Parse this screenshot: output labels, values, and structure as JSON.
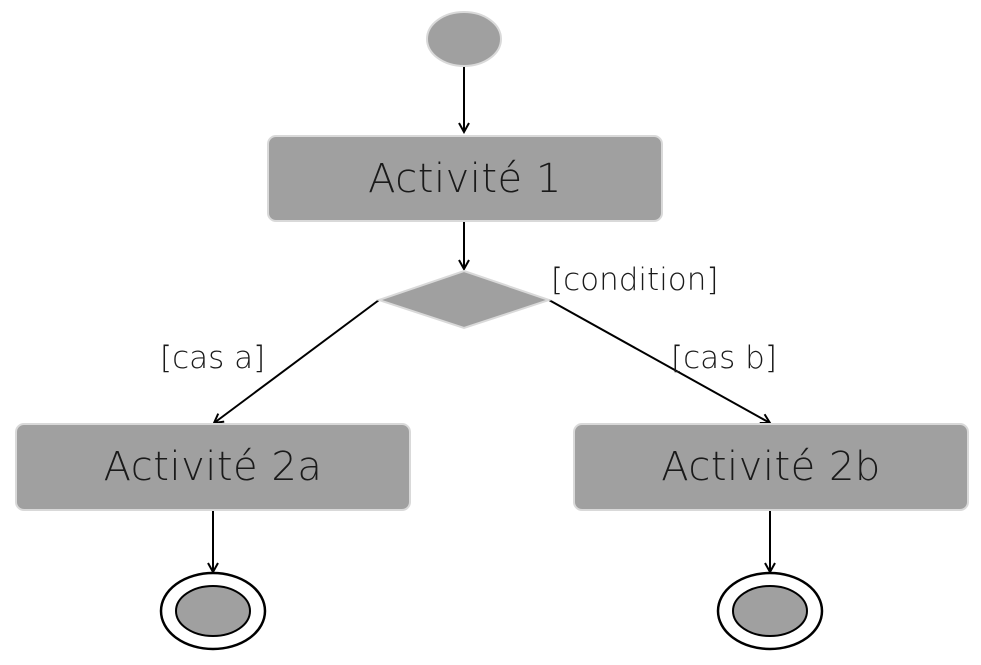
{
  "activities": {
    "a1": "Activité 1",
    "a2a": "Activité 2a",
    "a2b": "Activité 2b"
  },
  "guards": {
    "decision": "[condition]",
    "case_a": "[cas a]",
    "case_b": "[cas b]"
  },
  "colors": {
    "node_fill": "#a0a0a0",
    "node_border": "#d9d9d9",
    "edge": "#000000"
  }
}
